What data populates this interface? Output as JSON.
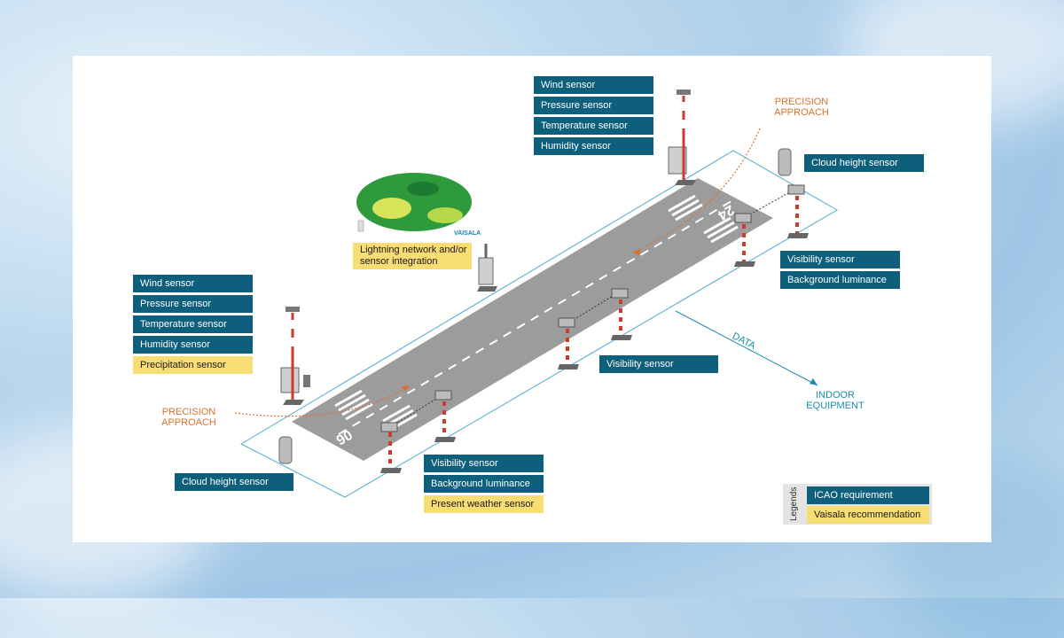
{
  "colors": {
    "icao": "#0d5f7c",
    "vaisala": "#f8dc74",
    "approach": "#d9712f",
    "data": "#1a8cab",
    "runway": "#9c9c9c"
  },
  "runway": {
    "number_top": "24",
    "number_bottom": "06"
  },
  "weather_map": {
    "brand": "VAISALA"
  },
  "top_station": [
    "Wind sensor",
    "Pressure sensor",
    "Temperature sensor",
    "Humidity sensor"
  ],
  "left_station": [
    "Wind sensor",
    "Pressure sensor",
    "Temperature sensor",
    "Humidity sensor",
    "Precipitation sensor"
  ],
  "right_cloud": "Cloud height sensor",
  "left_cloud": "Cloud height sensor",
  "right_visibility": [
    "Visibility sensor",
    "Background luminance"
  ],
  "mid_visibility": "Visibility sensor",
  "bottom_sensors": [
    "Visibility sensor",
    "Background luminance",
    "Present weather sensor"
  ],
  "lightning": "Lightning network and/or sensor integration",
  "approach_top": "PRECISION APPROACH",
  "approach_bottom": "PRECISION APPROACH",
  "data_label": "DATA",
  "indoor_label": "INDOOR EQUIPMENT",
  "legend": {
    "title": "Legends",
    "icao": "ICAO requirement",
    "vaisala": "Vaisala recommendation"
  }
}
